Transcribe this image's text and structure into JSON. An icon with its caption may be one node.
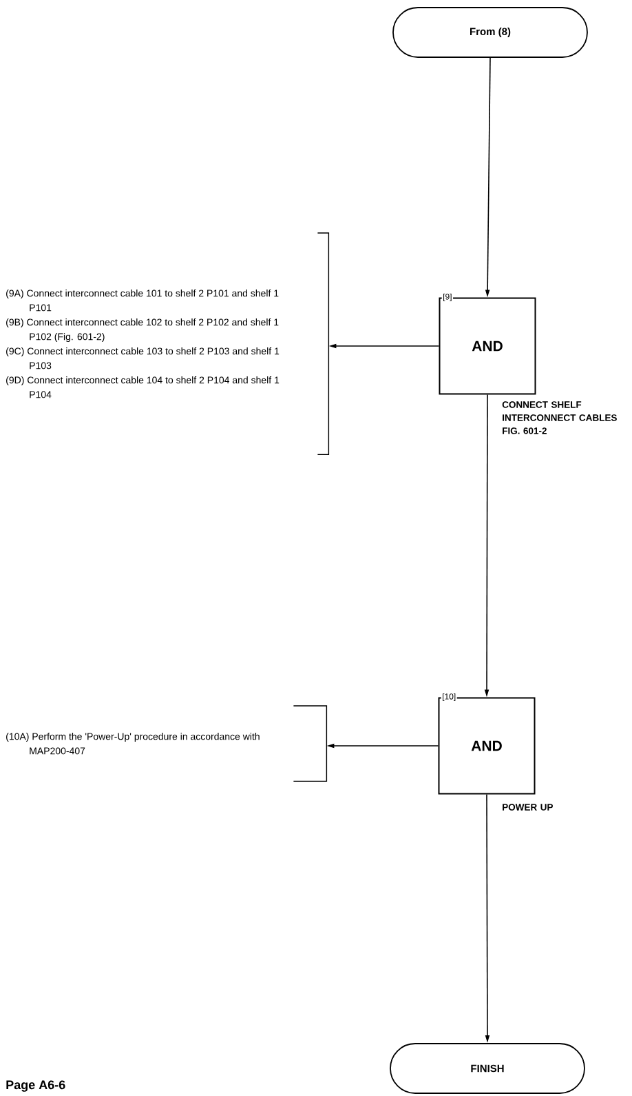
{
  "diagram": {
    "nodes": [
      {
        "text": [
          "From (8)"
        ]
      },
      {
        "text": [
          "[9]",
          "AND"
        ],
        "beside": [
          "CONNECT SHELF INTERCONNECT CABLES FIG. 601-2"
        ]
      },
      {
        "text": [
          "(9A) Connect interconnect cable 101 to shelf 2 P101 and shelf 1 P101",
          "(9B) Connect interconnect cable 102 to shelf 2 P102 and shelf 1 P102 (Fig. 601-2)",
          "(9C) Connect interconnect cable 103 to shelf 2 P103 and shelf 1 P103",
          "(9D) Connect interconnect cable 104 to shelf 2 P104 and shelf 1 P104"
        ]
      },
      {
        "text": [
          "[10]",
          "AND"
        ],
        "beside": [
          "POWER UP"
        ]
      },
      {
        "text": [
          "(10A) Perform the 'Power-Up' procedure in accordance with MAP200-407"
        ]
      },
      {
        "text": [
          "FINISH"
        ]
      }
    ],
    "edges": [
      {
        "from": 0,
        "to": 1,
        "arrow": "to"
      },
      {
        "from": 1,
        "to": 2,
        "arrow": "to"
      },
      {
        "from": 1,
        "to": 3,
        "arrow": "to"
      },
      {
        "from": 3,
        "to": 4,
        "arrow": "to"
      },
      {
        "from": 3,
        "to": 5,
        "arrow": "to"
      }
    ],
    "labels": [
      "Page A6-6"
    ]
  }
}
